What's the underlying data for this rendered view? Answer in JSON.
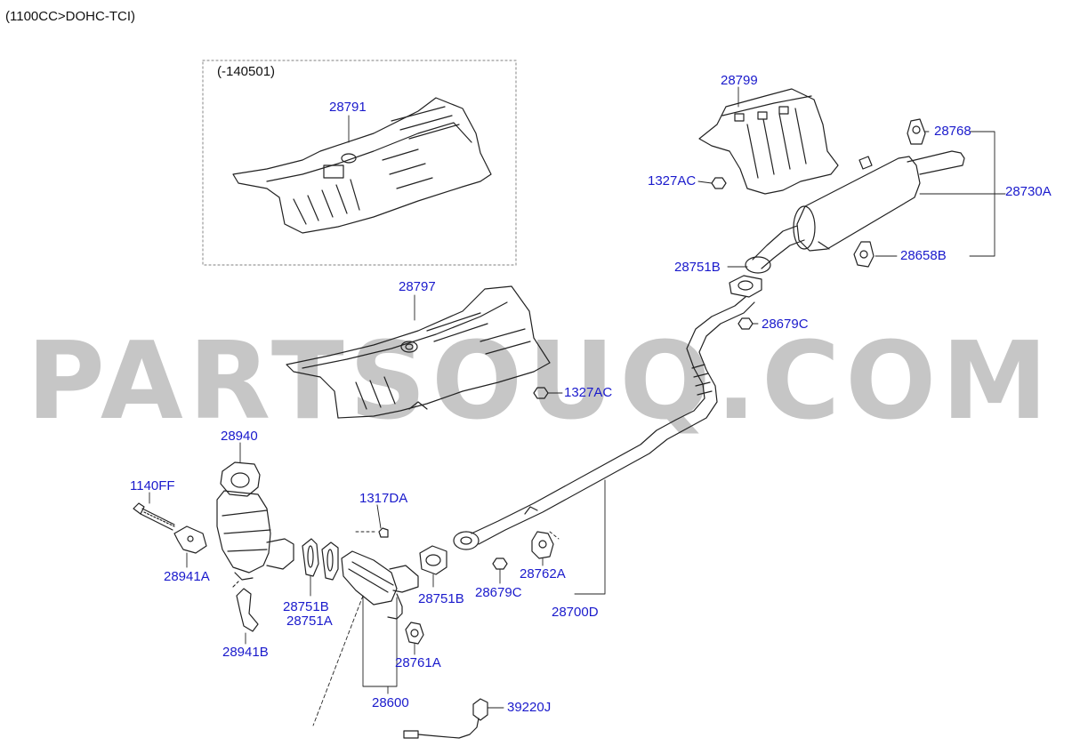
{
  "header": {
    "title": "(1100CC>DOHC-TCI)"
  },
  "inset": {
    "note": "(-140501)"
  },
  "watermark": "PARTSOUQ.COM",
  "labels": {
    "p28791": "28791",
    "p28797": "28797",
    "p28799": "28799",
    "p28768": "28768",
    "p28730A": "28730A",
    "p1327AC_top": "1327AC",
    "p1327AC_mid": "1327AC",
    "p28658B": "28658B",
    "p28751B_top": "28751B",
    "p28679C_top": "28679C",
    "p28940": "28940",
    "p1140FF": "1140FF",
    "p28941A": "28941A",
    "p28941B": "28941B",
    "p1317DA": "1317DA",
    "p28751B_left": "28751B",
    "p28751A": "28751A",
    "p28751B_mid": "28751B",
    "p28679C_low": "28679C",
    "p28762A": "28762A",
    "p28700D": "28700D",
    "p28761A": "28761A",
    "p28600": "28600",
    "p39220J": "39220J"
  }
}
